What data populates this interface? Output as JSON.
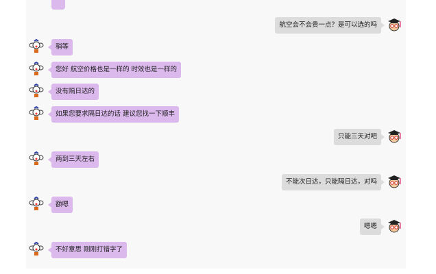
{
  "colors": {
    "agent_bubble": "#dbb9ec",
    "user_bubble": "#dcdcdc"
  },
  "messages": [
    {
      "side": "right",
      "text": "航空会不会贵一点？是可以选的吗",
      "avatar": "graduate-avatar"
    },
    {
      "side": "left",
      "text": "稍等",
      "avatar": "cartoon-cat-avatar"
    },
    {
      "side": "left",
      "text": "您好  航空价格也是一样的  时效也是一样的",
      "avatar": "cartoon-cat-avatar"
    },
    {
      "side": "left",
      "text": "没有隔日达的",
      "avatar": "cartoon-cat-avatar"
    },
    {
      "side": "left",
      "text": "如果您要求隔日达的话  建议您找一下顺丰",
      "avatar": "cartoon-cat-avatar"
    },
    {
      "side": "right",
      "text": "只能三天对吧",
      "avatar": "graduate-avatar"
    },
    {
      "side": "left",
      "text": "两到三天左右",
      "avatar": "cartoon-cat-avatar"
    },
    {
      "side": "right",
      "text": "不能次日达，只能隔日达，对吗",
      "avatar": "graduate-avatar"
    },
    {
      "side": "left",
      "text": "额嗯",
      "avatar": "cartoon-cat-avatar"
    },
    {
      "side": "right",
      "text": "嗯嗯",
      "avatar": "graduate-avatar"
    },
    {
      "side": "left",
      "text": "不好意思  刚刚打错字了",
      "avatar": "cartoon-cat-avatar"
    }
  ]
}
